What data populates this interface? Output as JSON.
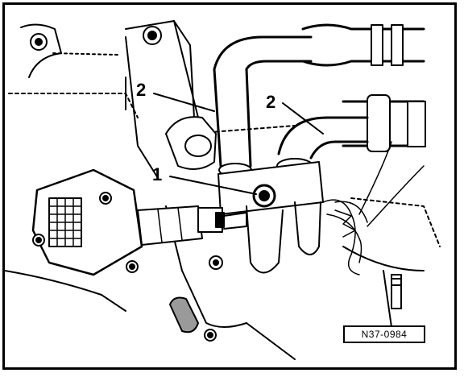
{
  "callouts": {
    "label_1": "1",
    "label_2_left": "2",
    "label_2_right": "2"
  },
  "figure_reference": "N37-0984",
  "colors": {
    "ink": "#000000",
    "paper": "#ffffff",
    "shade": "#9a9a9a"
  }
}
